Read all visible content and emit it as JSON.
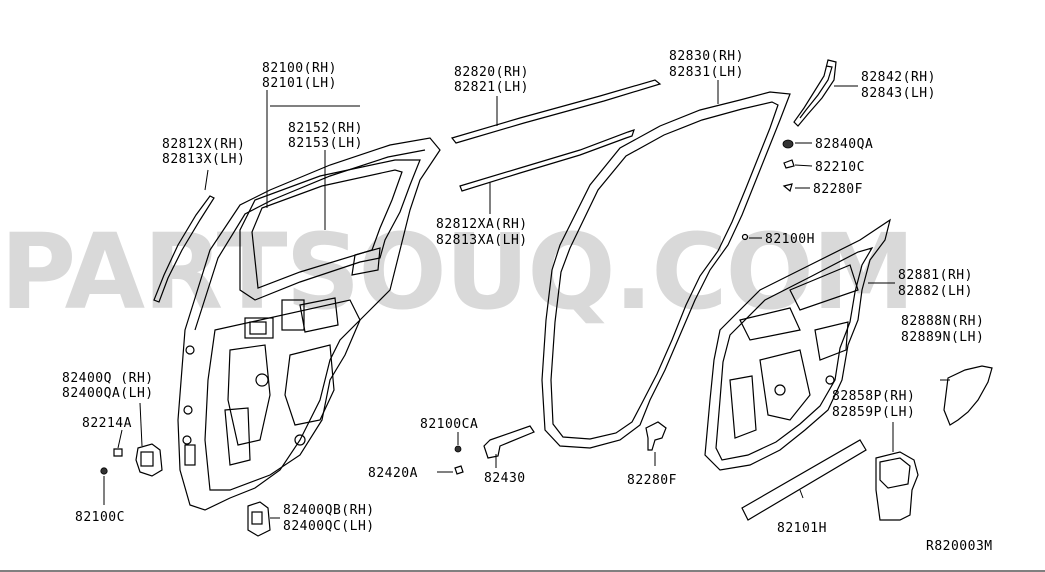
{
  "watermark": "PARTSOUQ.COM",
  "diagram_code": "R820003M",
  "labels": {
    "p82100": "82100(RH)",
    "p82101": "82101(LH)",
    "p82152": "82152(RH)",
    "p82153": "82153(LH)",
    "p82812x": "82812X(RH)",
    "p82813x": "82813X(LH)",
    "p82820": "82820(RH)",
    "p82821": "82821(LH)",
    "p82830": "82830(RH)",
    "p82831": "82831(LH)",
    "p82842": "82842(RH)",
    "p82843": "82843(LH)",
    "p82840qa": "82840QA",
    "p82210c": "82210C",
    "p82280f_top": "82280F",
    "p82812xa": "82812XA(RH)",
    "p82813xa": "82813XA(LH)",
    "p82100h": "82100H",
    "p82881": "82881(RH)",
    "p82882": "82882(LH)",
    "p82888n": "82888N(RH)",
    "p82889n": "82889N(LH)",
    "p82858p": "82858P(RH)",
    "p82859p": "82859P(LH)",
    "p82101h": "82101H",
    "p82280f_bottom": "82280F",
    "p82400q": "82400Q (RH)",
    "p82400qa": "82400QA(LH)",
    "p82214a": "82214A",
    "p82100c": "82100C",
    "p82400qb": "82400QB(RH)",
    "p82400qc": "82400QC(LH)",
    "p82100ca": "82100CA",
    "p82420a": "82420A",
    "p82430": "82430"
  }
}
